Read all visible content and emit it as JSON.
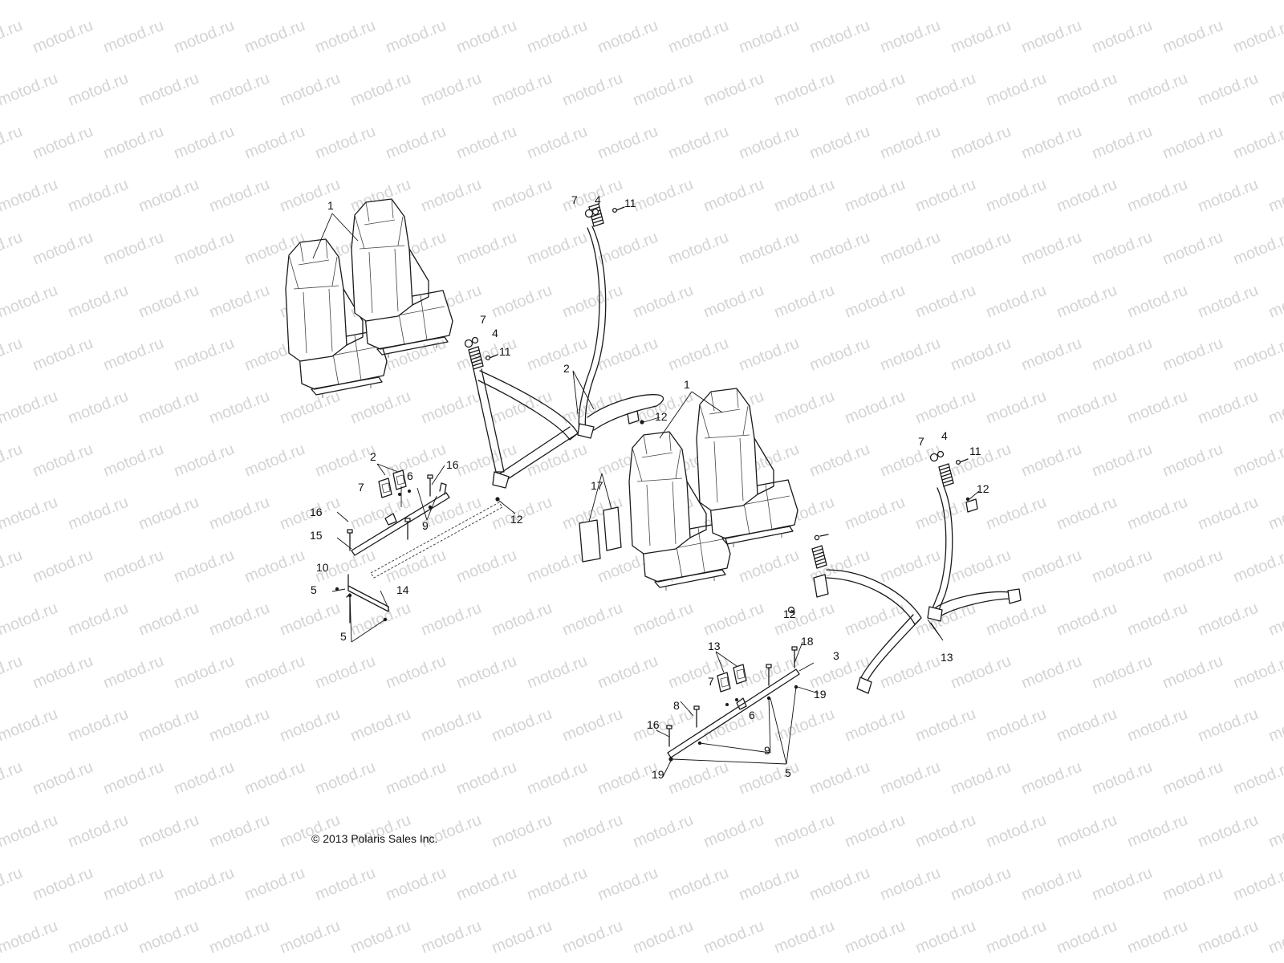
{
  "watermark": "motod.ru",
  "copyright": "© 2013 Polaris Sales Inc.",
  "callouts": {
    "c1a": "1",
    "c1b": "1",
    "c2a": "2",
    "c2b": "2",
    "c3": "3",
    "c4a": "4",
    "c4b": "4",
    "c4c": "4",
    "c5a": "5",
    "c5b": "5",
    "c5c": "5",
    "c6a": "6",
    "c6b": "6",
    "c7a": "7",
    "c7b": "7",
    "c7c": "7",
    "c7d": "7",
    "c7e": "7",
    "c8": "8",
    "c9a": "9",
    "c9b": "9",
    "c10": "10",
    "c11a": "11",
    "c11b": "11",
    "c11c": "11",
    "c12a": "12",
    "c12b": "12",
    "c12c": "12",
    "c12d": "12",
    "c13a": "13",
    "c13b": "13",
    "c14": "14",
    "c15": "15",
    "c16a": "16",
    "c16b": "16",
    "c16c": "16",
    "c17": "17",
    "c18": "18",
    "c19a": "19",
    "c19b": "19"
  }
}
